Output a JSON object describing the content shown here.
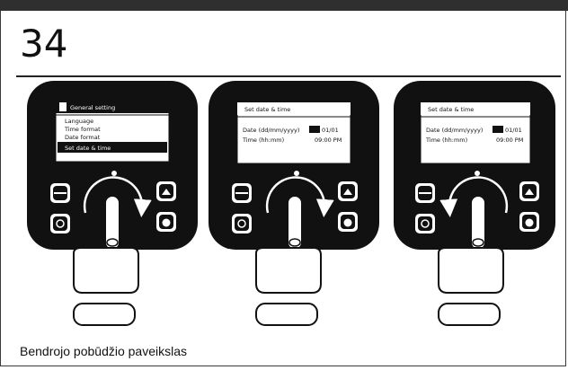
{
  "step": {
    "number": "34",
    "caption": "Bendrojo pobūdžio paveikslas"
  },
  "panels": [
    {
      "title": "General setting",
      "menu": [
        "Language",
        "Time format",
        "Date format",
        "Set date & time"
      ],
      "selected_index": 3
    },
    {
      "title": "Set date & time",
      "rows": [
        {
          "label": "Date (dd/mm/yyyy)",
          "value": "01/01"
        },
        {
          "label": "Time (hh:mm)",
          "value": "09:00 PM"
        }
      ]
    },
    {
      "title": "Set date & time",
      "rows": [
        {
          "label": "Date (dd/mm/yyyy)",
          "value": "01/01"
        },
        {
          "label": "Time (hh:mm)",
          "value": "09:00 PM"
        }
      ]
    }
  ],
  "colors": {
    "device_body": "#111111",
    "lcd": "#ffffff",
    "ink": "#111111"
  },
  "icons": [
    "menu-icon",
    "thermometer-icon",
    "home-icon",
    "power-icon",
    "rotary-knob-icon",
    "pointing-hand-icon"
  ]
}
